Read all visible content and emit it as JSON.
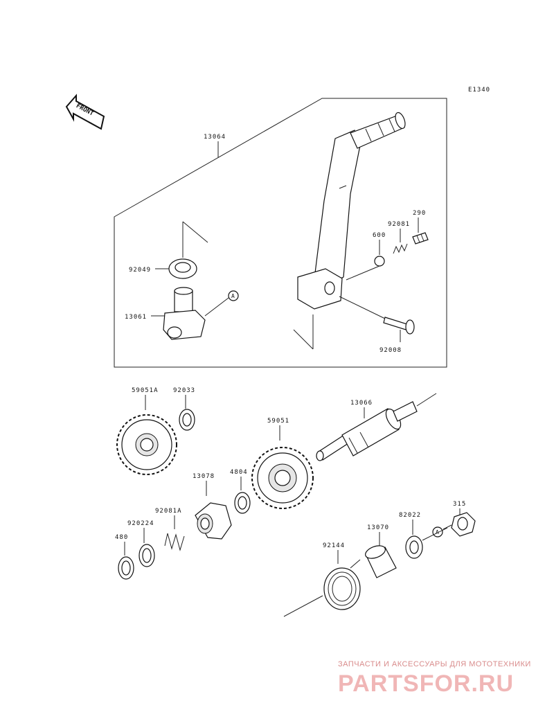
{
  "diagram_id": "E1340",
  "front_label": "FRONT",
  "parts": {
    "p13064": "13064",
    "p92049": "92049",
    "p13061": "13061",
    "p600": "600",
    "p92081": "92081",
    "p290": "290",
    "p92008": "92008",
    "p59051A": "59051A",
    "p92033": "92033",
    "p13066": "13066",
    "p59051": "59051",
    "p4804": "4804",
    "p13078": "13078",
    "p92081A": "92081A",
    "p920224": "920224",
    "p480": "480",
    "p92144": "92144",
    "p13070": "13070",
    "p82022": "82022",
    "p315": "315"
  },
  "ref_marker": "A",
  "watermark": {
    "line1": "ЗАПЧАСТИ И АКСЕССУАРЫ ДЛЯ МОТОТЕХНИКИ",
    "line2": "PARTSFOR.RU"
  }
}
